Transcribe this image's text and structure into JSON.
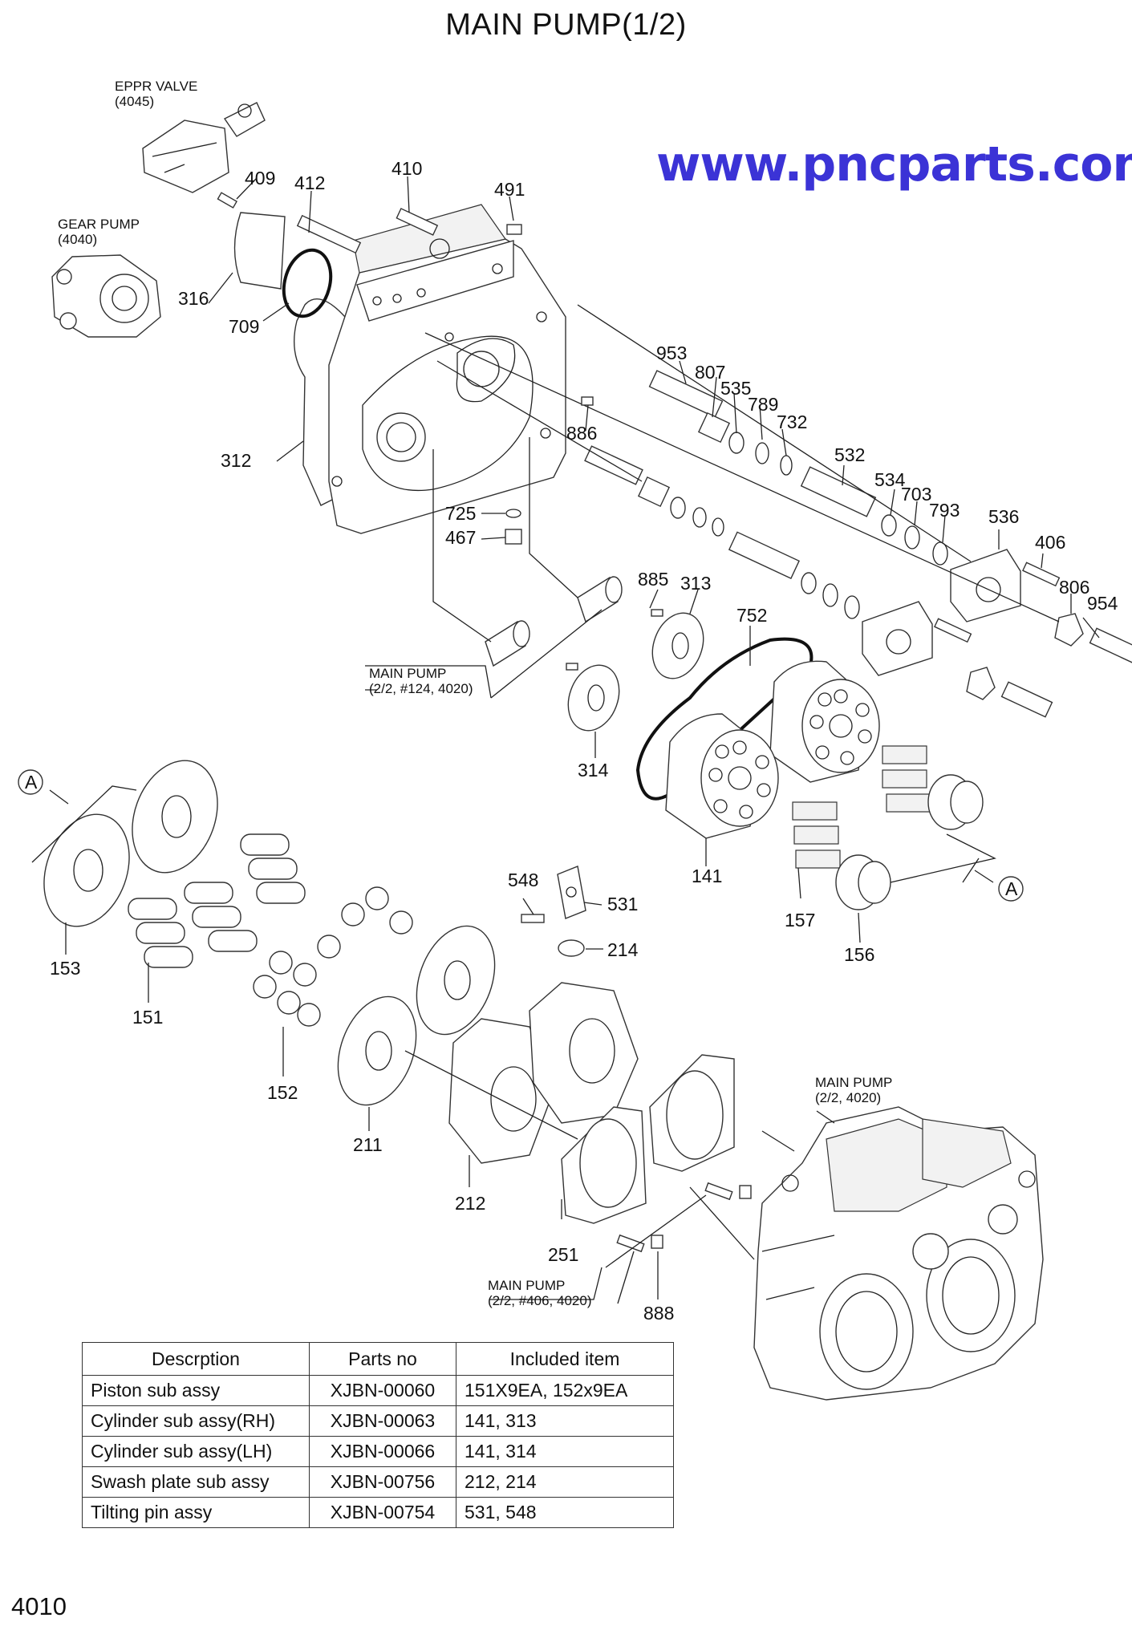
{
  "title": "MAIN PUMP(1/2)",
  "watermark": "www.pncparts.com",
  "page_number": "4010",
  "references": {
    "eppr": {
      "name": "EPPR VALVE",
      "ref": "(4045)"
    },
    "gear": {
      "name": "GEAR PUMP",
      "ref": "(4040)"
    },
    "mp124": {
      "name": "MAIN PUMP",
      "ref": "(2/2, #124, 4020)"
    },
    "mp4020": {
      "name": "MAIN PUMP",
      "ref": "(2/2, 4020)"
    },
    "mp406": {
      "name": "MAIN PUMP",
      "ref": "(2/2, #406, 4020)"
    }
  },
  "markers": {
    "a1": "A",
    "a2": "A"
  },
  "callouts": {
    "c409": "409",
    "c412": "412",
    "c410": "410",
    "c491": "491",
    "c316": "316",
    "c709": "709",
    "c312": "312",
    "c953": "953",
    "c807": "807",
    "c535": "535",
    "c789": "789",
    "c732": "732",
    "c886": "886",
    "c532": "532",
    "c534": "534",
    "c703": "703",
    "c793": "793",
    "c536": "536",
    "c406": "406",
    "c806": "806",
    "c954": "954",
    "c725": "725",
    "c467": "467",
    "c885": "885",
    "c313": "313",
    "c752": "752",
    "c314": "314",
    "c141": "141",
    "c157": "157",
    "c156": "156",
    "c153": "153",
    "c151": "151",
    "c152": "152",
    "c548": "548",
    "c531": "531",
    "c214": "214",
    "c211": "211",
    "c212": "212",
    "c251": "251",
    "c888": "888"
  },
  "parts_table": {
    "headers": [
      "Descrption",
      "Parts no",
      "Included item"
    ],
    "rows": [
      {
        "description": "Piston sub assy",
        "part_no": "XJBN-00060",
        "included": "151X9EA, 152x9EA"
      },
      {
        "description": "Cylinder sub assy(RH)",
        "part_no": "XJBN-00063",
        "included": "141, 313"
      },
      {
        "description": "Cylinder sub assy(LH)",
        "part_no": "XJBN-00066",
        "included": "141, 314"
      },
      {
        "description": "Swash plate sub assy",
        "part_no": "XJBN-00756",
        "included": "212, 214"
      },
      {
        "description": "Tilting pin assy",
        "part_no": "XJBN-00754",
        "included": "531, 548"
      }
    ]
  }
}
